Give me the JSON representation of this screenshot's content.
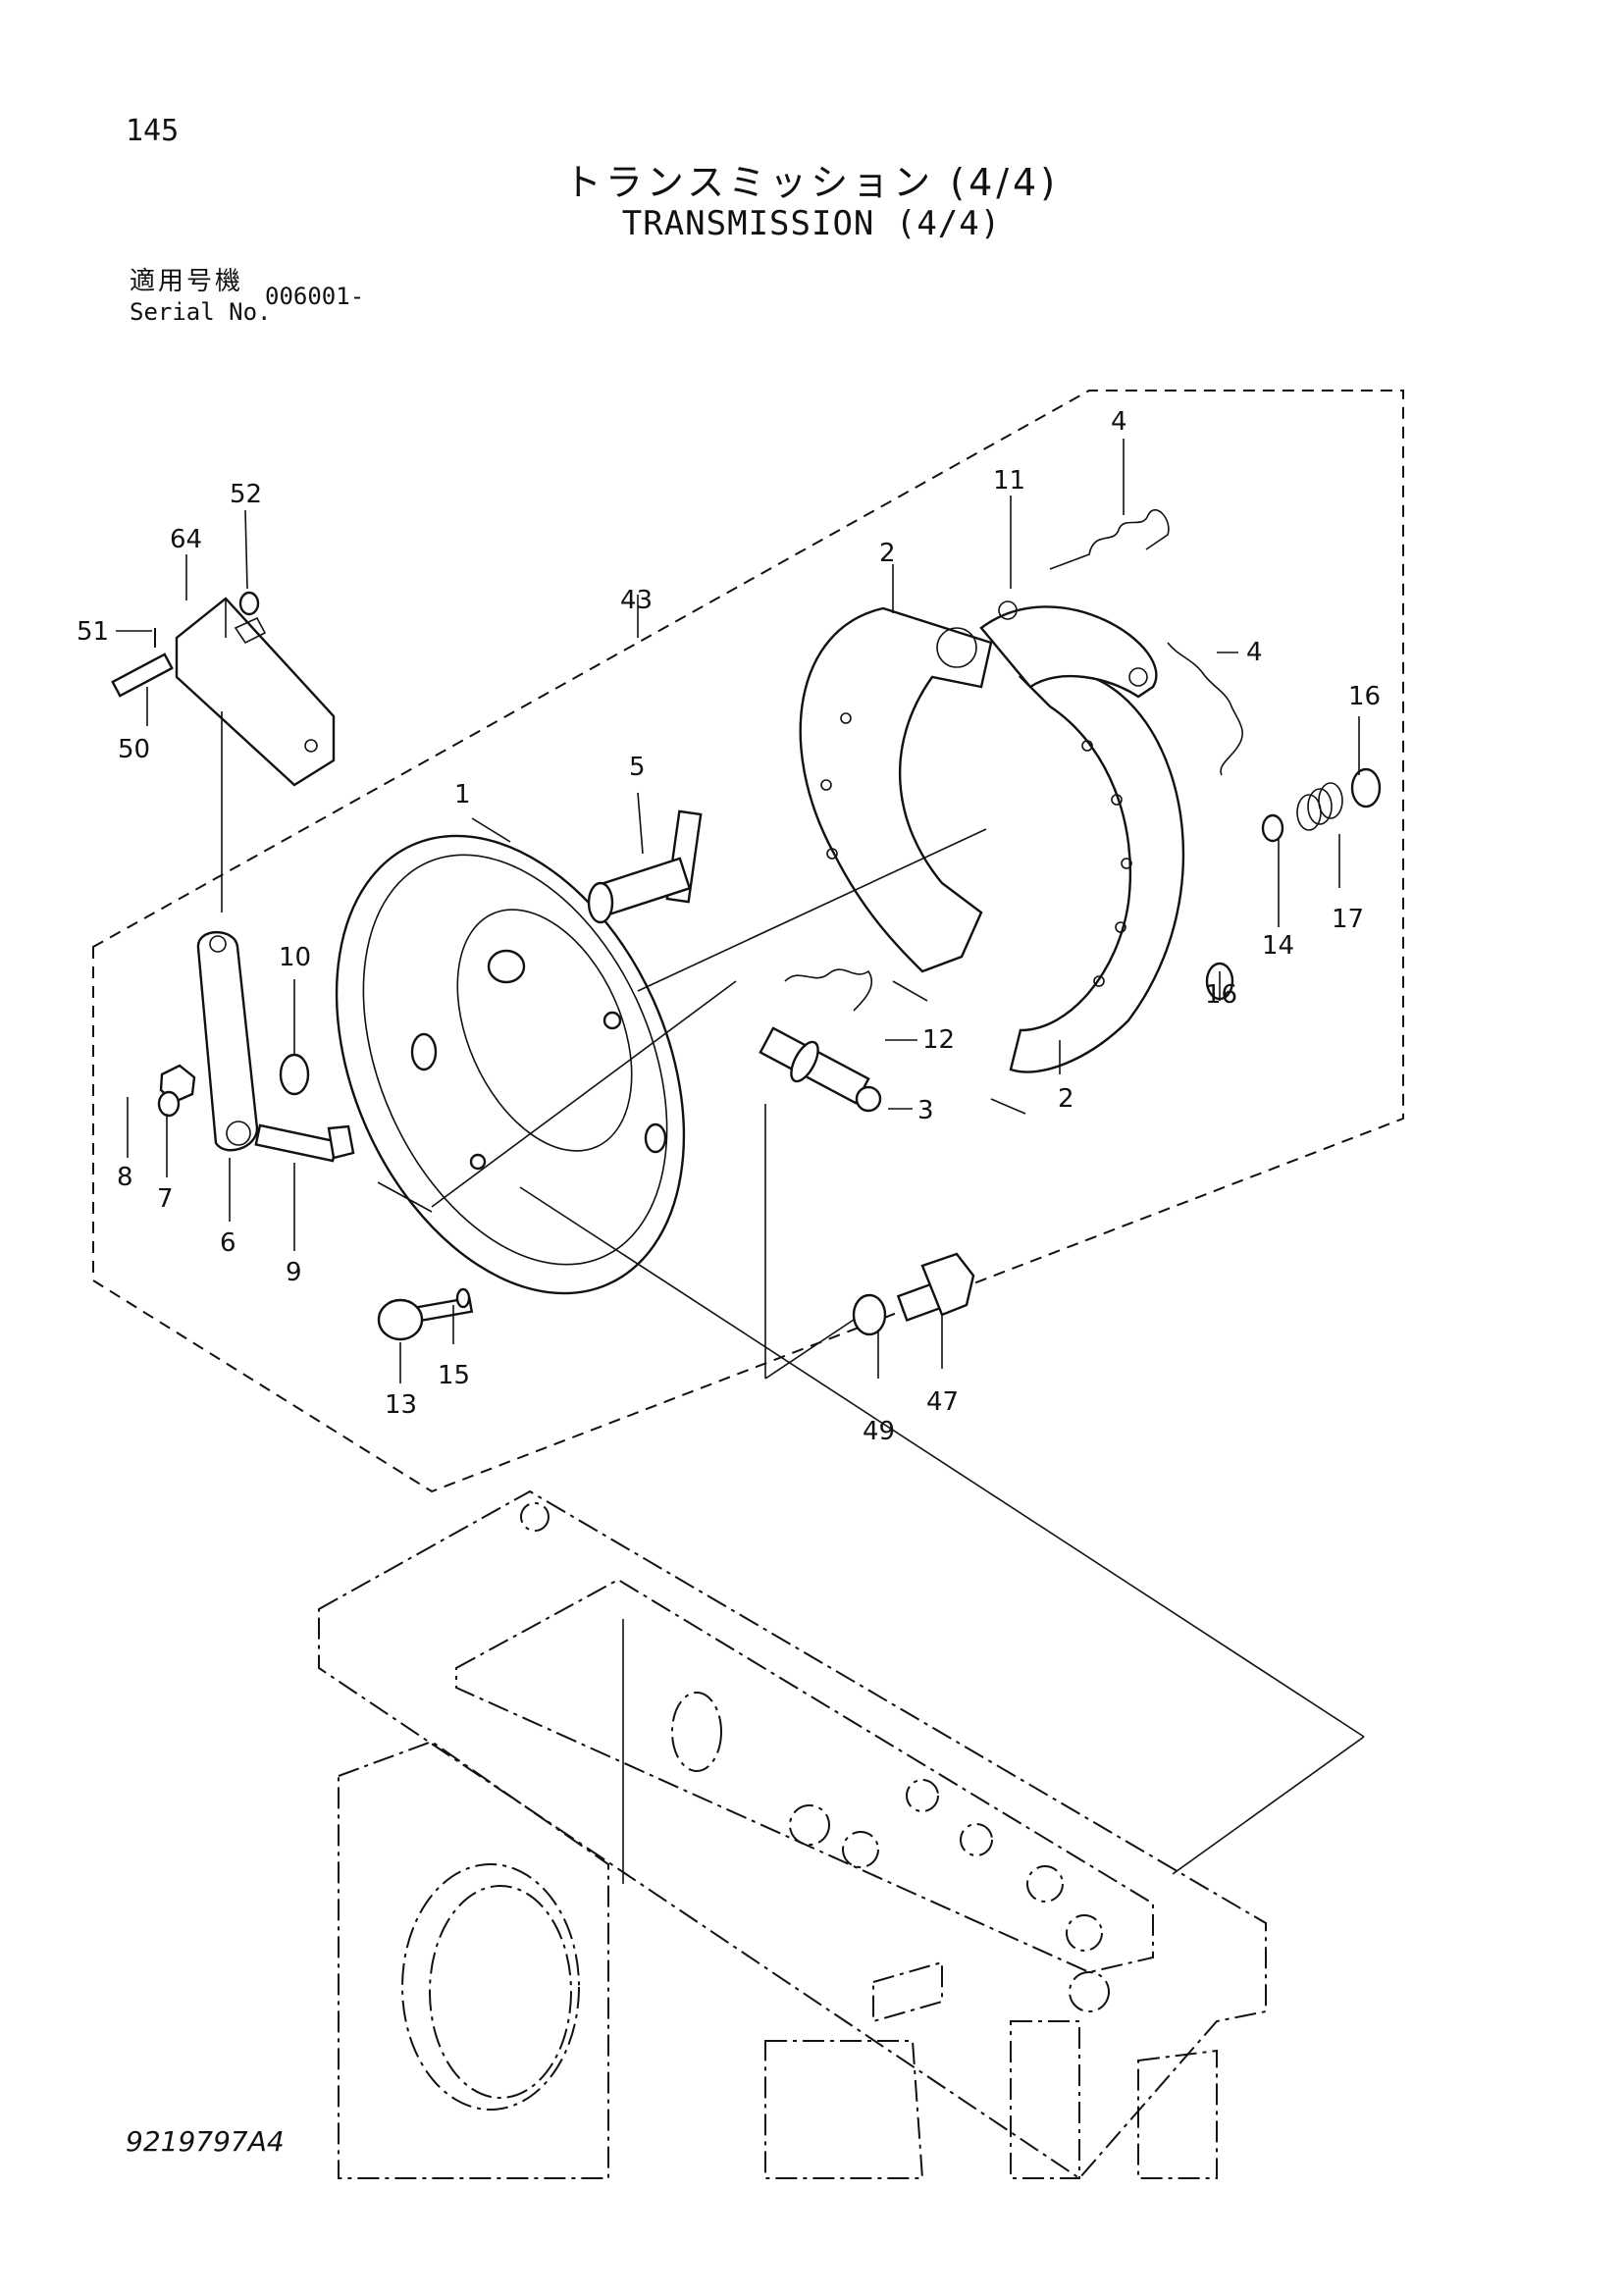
{
  "page_number": "145",
  "title_jp": "トランスミッション (4/4)",
  "title_en": "TRANSMISSION (4/4)",
  "serial_label_jp": "適用号機",
  "serial_label_en": "Serial No.",
  "serial_value": "006001-",
  "document_code": "9219797A4",
  "callouts": {
    "c1": "1",
    "c2a": "2",
    "c2b": "2",
    "c3": "3",
    "c4a": "4",
    "c4b": "4",
    "c5": "5",
    "c6": "6",
    "c7": "7",
    "c8": "8",
    "c9": "9",
    "c10": "10",
    "c11": "11",
    "c12": "12",
    "c13": "13",
    "c14": "14",
    "c15": "15",
    "c16a": "16",
    "c16b": "16",
    "c17": "17",
    "c43": "43",
    "c47": "47",
    "c49": "49",
    "c50": "50",
    "c51": "51",
    "c52": "52",
    "c64": "64"
  }
}
